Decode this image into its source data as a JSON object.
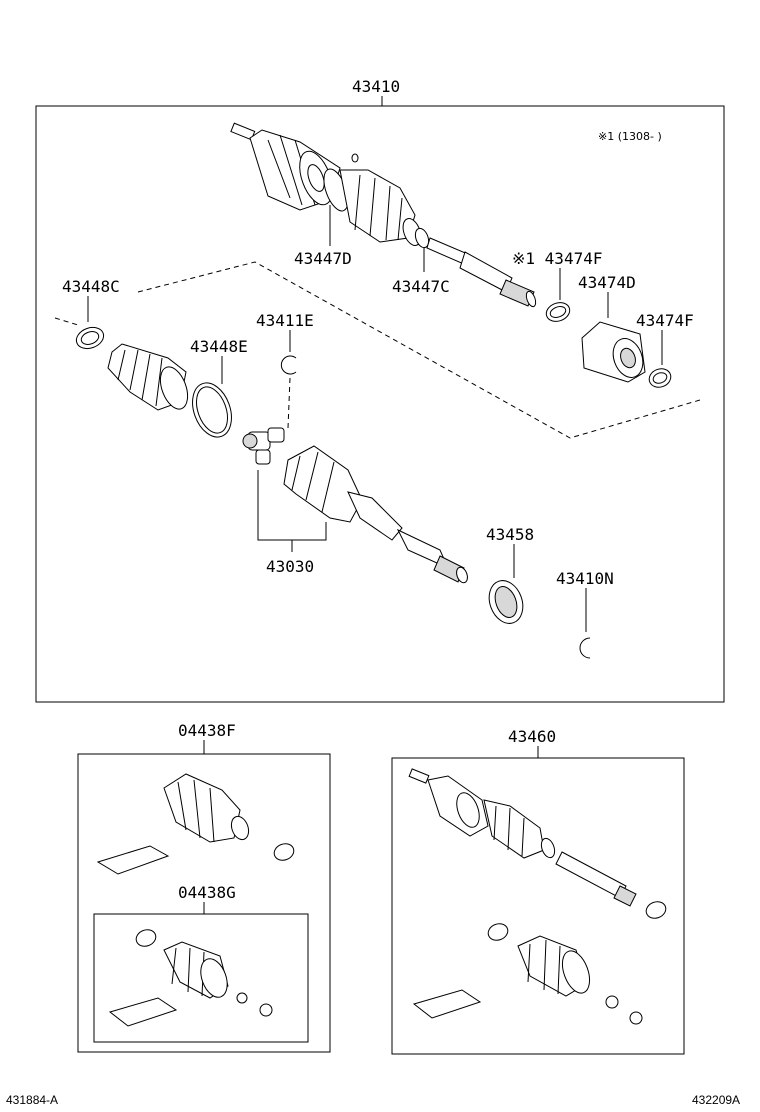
{
  "diagram": {
    "note": "※1 (1308-     )",
    "labels": {
      "assembly_main": "43410",
      "boot_clamp_outer_large": "43447D",
      "boot_clamp_outer_small": "43447C",
      "damper_clamp_1": "※1 43474F",
      "damper": "43474D",
      "damper_clamp_2": "43474F",
      "inner_boot_clamp_small": "43448C",
      "snap_ring_inner": "43411E",
      "inner_boot_clamp_large": "43448E",
      "inner_joint_assembly": "43030",
      "dust_deflector": "43458",
      "hole_snap_ring": "43410N",
      "boot_kit_outer": "04438F",
      "boot_kit_inner": "04438G",
      "shaft_assembly_alt": "43460"
    },
    "footer": {
      "left_code": "431884-A",
      "right_code": "432209A"
    }
  }
}
